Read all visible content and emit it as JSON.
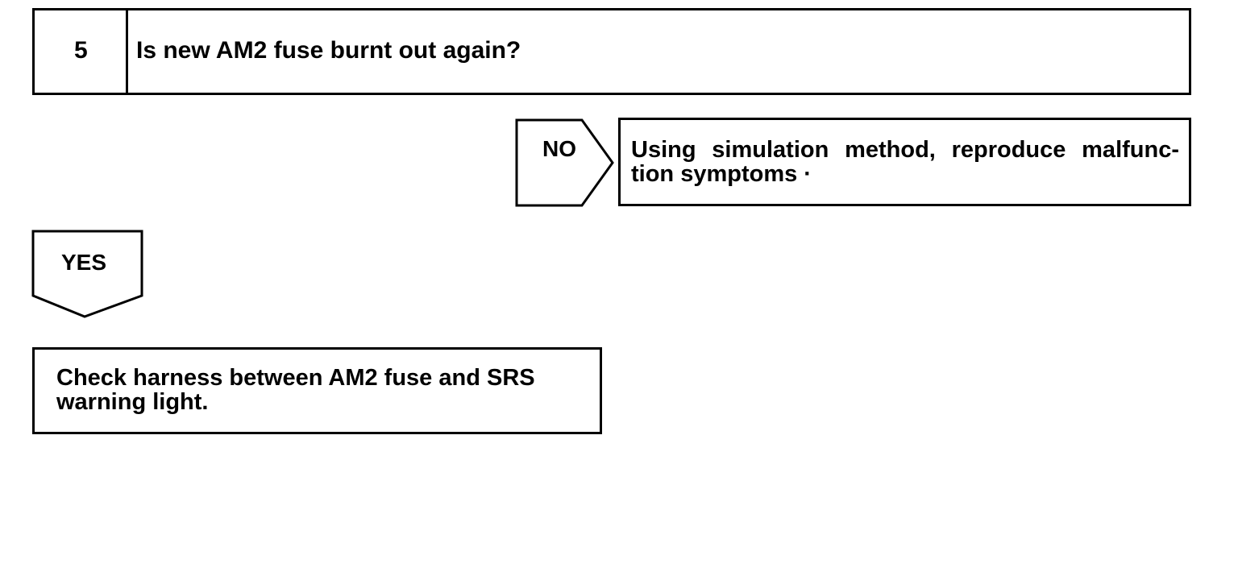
{
  "step": {
    "number": "5",
    "question": "Is new AM2 fuse burnt out again?"
  },
  "branch_no": {
    "label": "NO",
    "result": "Using simulation method, reproduce malfunc-tion symptoms ·"
  },
  "branch_yes": {
    "label": "YES",
    "result": "Check harness between AM2 fuse and SRS warning light."
  }
}
